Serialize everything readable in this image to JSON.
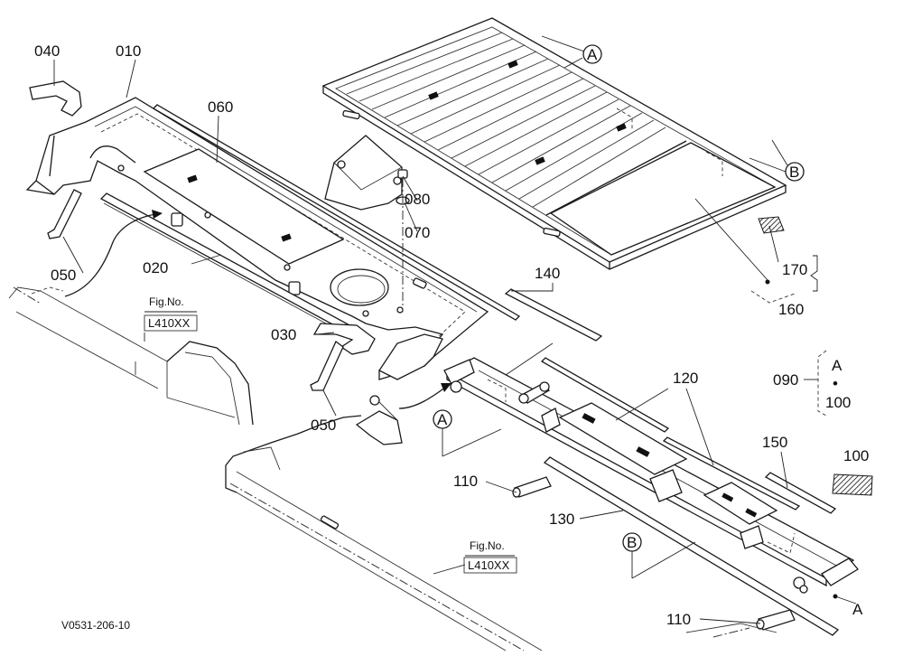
{
  "diagram": {
    "part_labels": {
      "p010": "010",
      "p020": "020",
      "p030": "030",
      "p040": "040",
      "p050a": "050",
      "p050b": "050",
      "p060": "060",
      "p070": "070",
      "p080": "080",
      "p090": "090",
      "p100a": "100",
      "p100b": "100",
      "p110a": "110",
      "p110b": "110",
      "p120": "120",
      "p130": "130",
      "p140": "140",
      "p150": "150",
      "p160": "160",
      "p170": "170"
    },
    "callouts": {
      "a1": "A",
      "a2": "A",
      "a3": "A",
      "a4": "A",
      "b1": "B",
      "b2": "B"
    },
    "group_090": {
      "top": "A",
      "dot": "•",
      "bottom": "100"
    },
    "fig_refs": [
      {
        "title": "Fig.No.",
        "code": "L410XX"
      },
      {
        "title": "Fig.No.",
        "code": "L410XX"
      }
    ],
    "drawing_code": "V0531-206-10"
  }
}
